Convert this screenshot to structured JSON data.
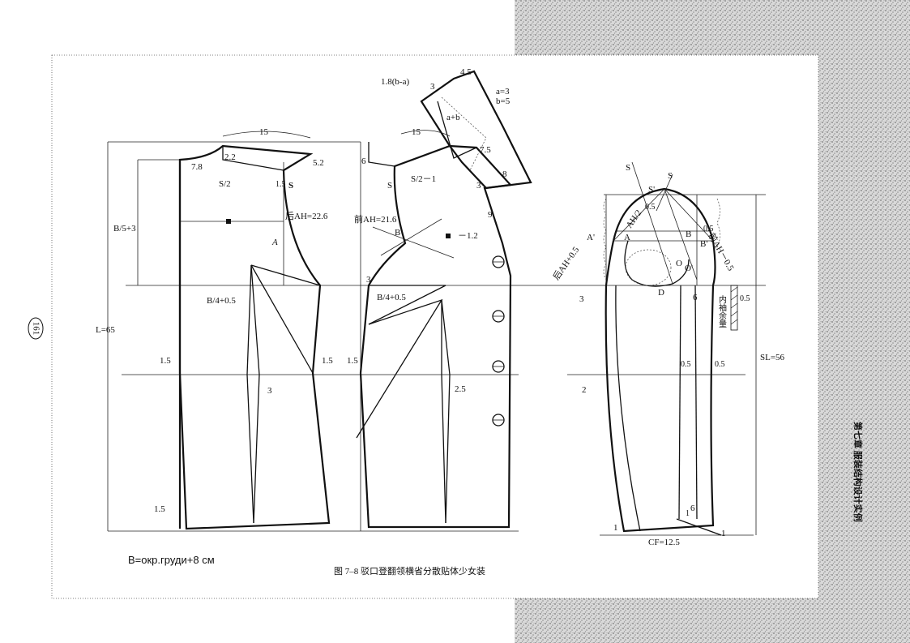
{
  "page": {
    "number": "161",
    "chapter_side_text": "第七章  服装结构设计实例",
    "formula_note": "B=окр.груди+8 см",
    "caption": "图 7–8   驳口登翻领横省分散贴体少女装"
  },
  "bodice": {
    "front_top_width": "15",
    "back_top_width": "15",
    "back_neck_depth": "2.2",
    "back_neck_width": "7.8",
    "back_shoulder_slope": "5.2",
    "back_shoulder_label": "S/2",
    "front_shoulder_label": "S/2－1",
    "shoulder_s_back": "S",
    "shoulder_s_front": "S",
    "back_val_1_5": "1.5",
    "front_slope_6": "6",
    "armhole_depth": "B/5+3",
    "back_ah": "后AH=22.6",
    "front_ah": "前AH=21.6",
    "point_a": "A",
    "point_b": "B",
    "bust_back": "B/4+0.5",
    "bust_front": "B/4+0.5",
    "front_minus": "－1.2",
    "length": "L=65",
    "waist_left_1_5": "1.5",
    "waist_mid_1_5": "1.5",
    "waist_front_1_5": "1.5",
    "hem_left_1_5": "1.5",
    "dart_3": "3",
    "dart_2_5": "2.5",
    "front_dart_3": "3",
    "collar_formula": "1.8(b-a)",
    "collar_4_5": "4.5",
    "collar_3": "3",
    "collar_ab": "a+b",
    "collar_a": "a=3",
    "collar_b": "b=5",
    "lapel_7_5": "7.5",
    "lapel_8": "8",
    "lapel_3": "3",
    "lapel_9": "9"
  },
  "sleeve": {
    "s_left": "S",
    "s_right": "S",
    "s_prime": "S'",
    "val_0_5_top": "0.5",
    "ah_half": "AH/2",
    "val_0_5_right": "0.5",
    "a_prime": "A'",
    "a": "A",
    "b": "B",
    "b_prime": "B'",
    "o": "O",
    "o_prime": "O'",
    "d": "D",
    "six": "6",
    "back_ah": "后AH+0.5",
    "front_ah": "前AH－0.5",
    "three": "3",
    "inner_allowance": "内袖余量",
    "val_0_5_side": "0.5",
    "sl": "SL=56",
    "val_0_5_elbow_a": "0.5",
    "val_0_5_elbow_b": "0.5",
    "two": "2",
    "one_left": "1",
    "one_right": "1",
    "cf": "CF=12.5",
    "six_hem": "6",
    "one_hem": "1"
  },
  "colors": {
    "line": "#111111",
    "paper": "#ffffff",
    "texture": "#9a9a9a"
  }
}
